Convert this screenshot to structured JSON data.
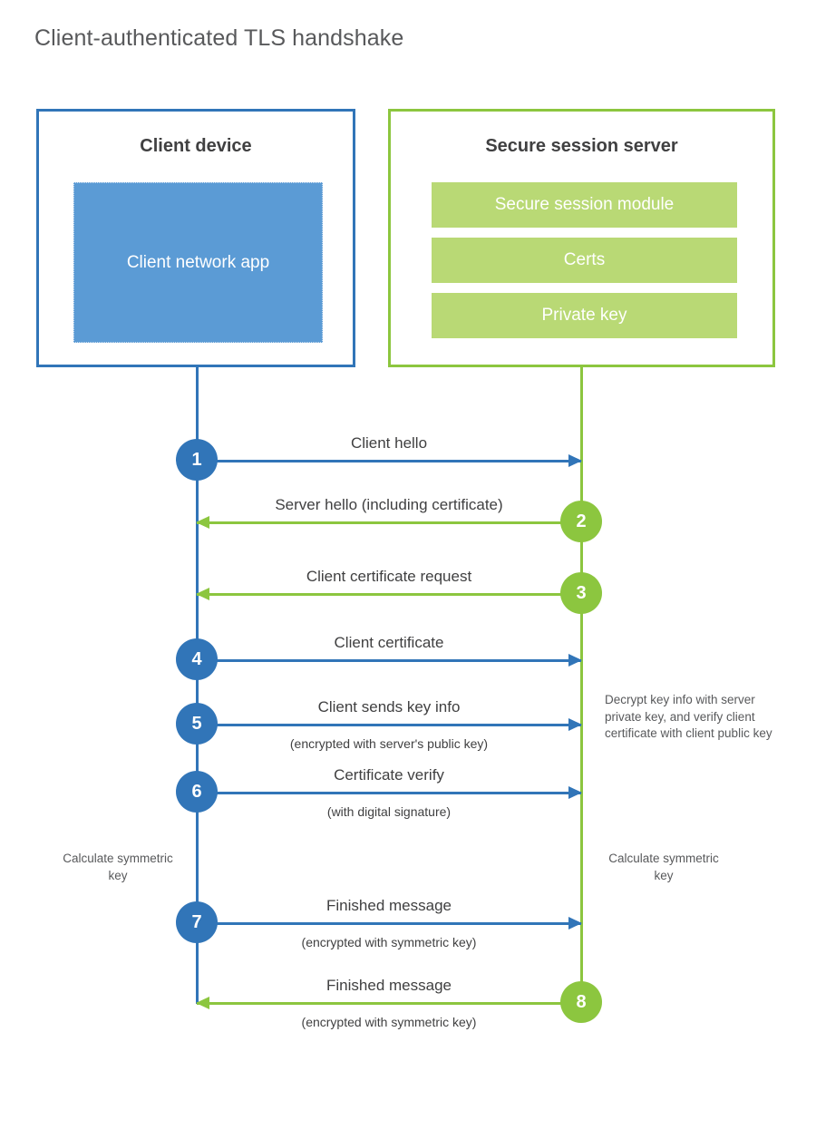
{
  "title": "Client-authenticated TLS handshake",
  "actors": {
    "client": {
      "title": "Client device",
      "app_label": "Client network app",
      "border_color": "#3175b8",
      "app_fill": "#5b9bd5"
    },
    "server": {
      "title": "Secure session server",
      "border_color": "#8cc63f",
      "bar_fill": "#b9d975",
      "components": [
        {
          "label": "Secure session module"
        },
        {
          "label": "Certs"
        },
        {
          "label": "Private key"
        }
      ]
    }
  },
  "steps": [
    {
      "number": "1",
      "direction": "client-to-server",
      "label": "Client hello",
      "sublabel": "",
      "color": "#3175b8"
    },
    {
      "number": "2",
      "direction": "server-to-client",
      "label": "Server hello (including certificate)",
      "sublabel": "",
      "color": "#8cc63f"
    },
    {
      "number": "3",
      "direction": "server-to-client",
      "label": "Client certificate request",
      "sublabel": "",
      "color": "#8cc63f"
    },
    {
      "number": "4",
      "direction": "client-to-server",
      "label": "Client certificate",
      "sublabel": "",
      "color": "#3175b8"
    },
    {
      "number": "5",
      "direction": "client-to-server",
      "label": "Client sends key info",
      "sublabel": "(encrypted with server's public key)",
      "color": "#3175b8"
    },
    {
      "number": "6",
      "direction": "client-to-server",
      "label": "Certificate verify",
      "sublabel": "(with digital signature)",
      "color": "#3175b8"
    },
    {
      "number": "7",
      "direction": "client-to-server",
      "label": "Finished message",
      "sublabel": "(encrypted with symmetric key)",
      "color": "#3175b8"
    },
    {
      "number": "8",
      "direction": "server-to-client",
      "label": "Finished message",
      "sublabel": "(encrypted with symmetric key)",
      "color": "#8cc63f"
    }
  ],
  "annotations": {
    "server_decrypt_note": "Decrypt key info with server private key, and verify client certificate with client public key",
    "client_calculate_key": "Calculate symmetric key",
    "server_calculate_key": "Calculate symmetric key"
  }
}
